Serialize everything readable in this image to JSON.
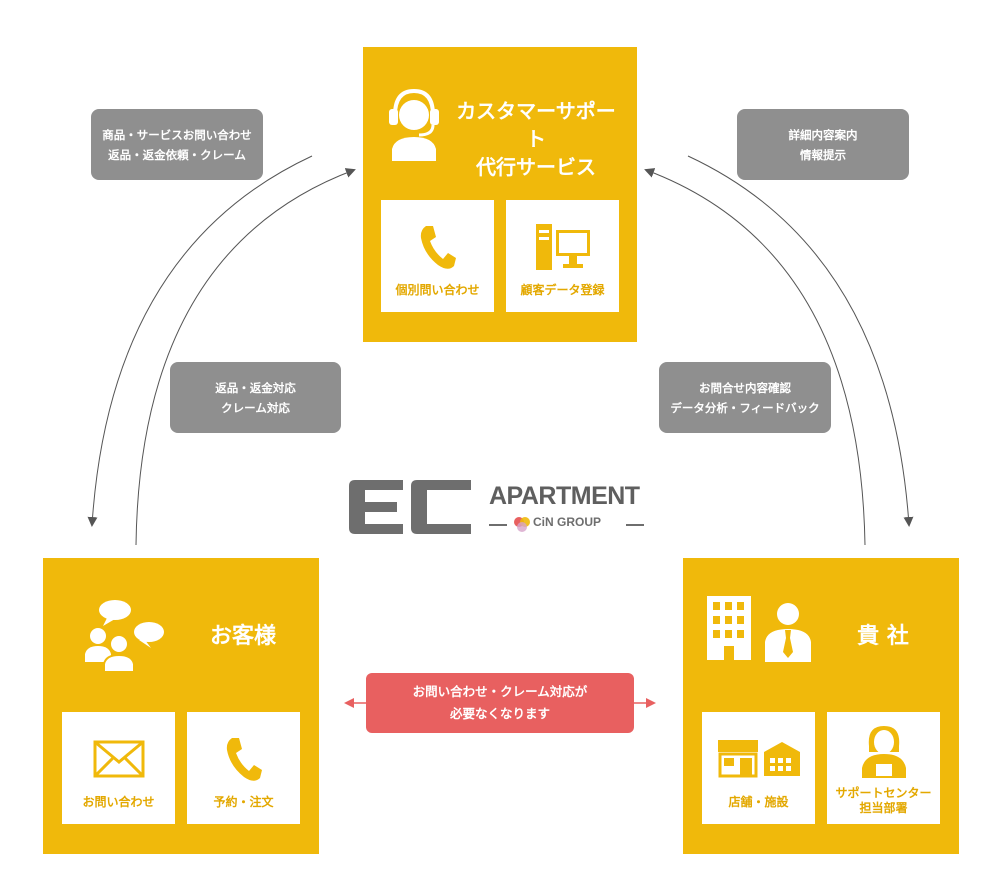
{
  "colors": {
    "box": "#f0b90b",
    "card_text": "#e3a800",
    "gray_label": "#8f8f8f",
    "red_label": "#e86060",
    "arrow": "#555555",
    "logo_gray": "#6e6e6e"
  },
  "center_box": {
    "title": "カスタマーサポート\n代行サービス",
    "cards": [
      {
        "label": "個別問い合わせ",
        "icon": "phone-icon"
      },
      {
        "label": "顧客データ登録",
        "icon": "computer-icon"
      }
    ]
  },
  "customer_box": {
    "title": "お客様",
    "cards": [
      {
        "label": "お問い合わせ",
        "icon": "mail-icon"
      },
      {
        "label": "予約・注文",
        "icon": "phone-icon"
      }
    ]
  },
  "company_box": {
    "title": "貴 社",
    "cards": [
      {
        "label": "店舗・施設",
        "icon": "store-icon"
      },
      {
        "label": "サポートセンター\n担当部署",
        "icon": "staff-icon"
      }
    ]
  },
  "labels": {
    "top_left": "商品・サービスお問い合わせ\n返品・返金依頼・クレーム",
    "inner_left": "返品・返金対応\nクレーム対応",
    "top_right": "詳細内容案内\n情報提示",
    "inner_right": "お問合せ内容確認\nデータ分析・フィードバック",
    "bottom": "お問い合わせ・クレーム対応が\n必要なくなります"
  },
  "logo": {
    "mark": "EC",
    "name": "APARTMENT",
    "group": "CiN GROUP"
  }
}
